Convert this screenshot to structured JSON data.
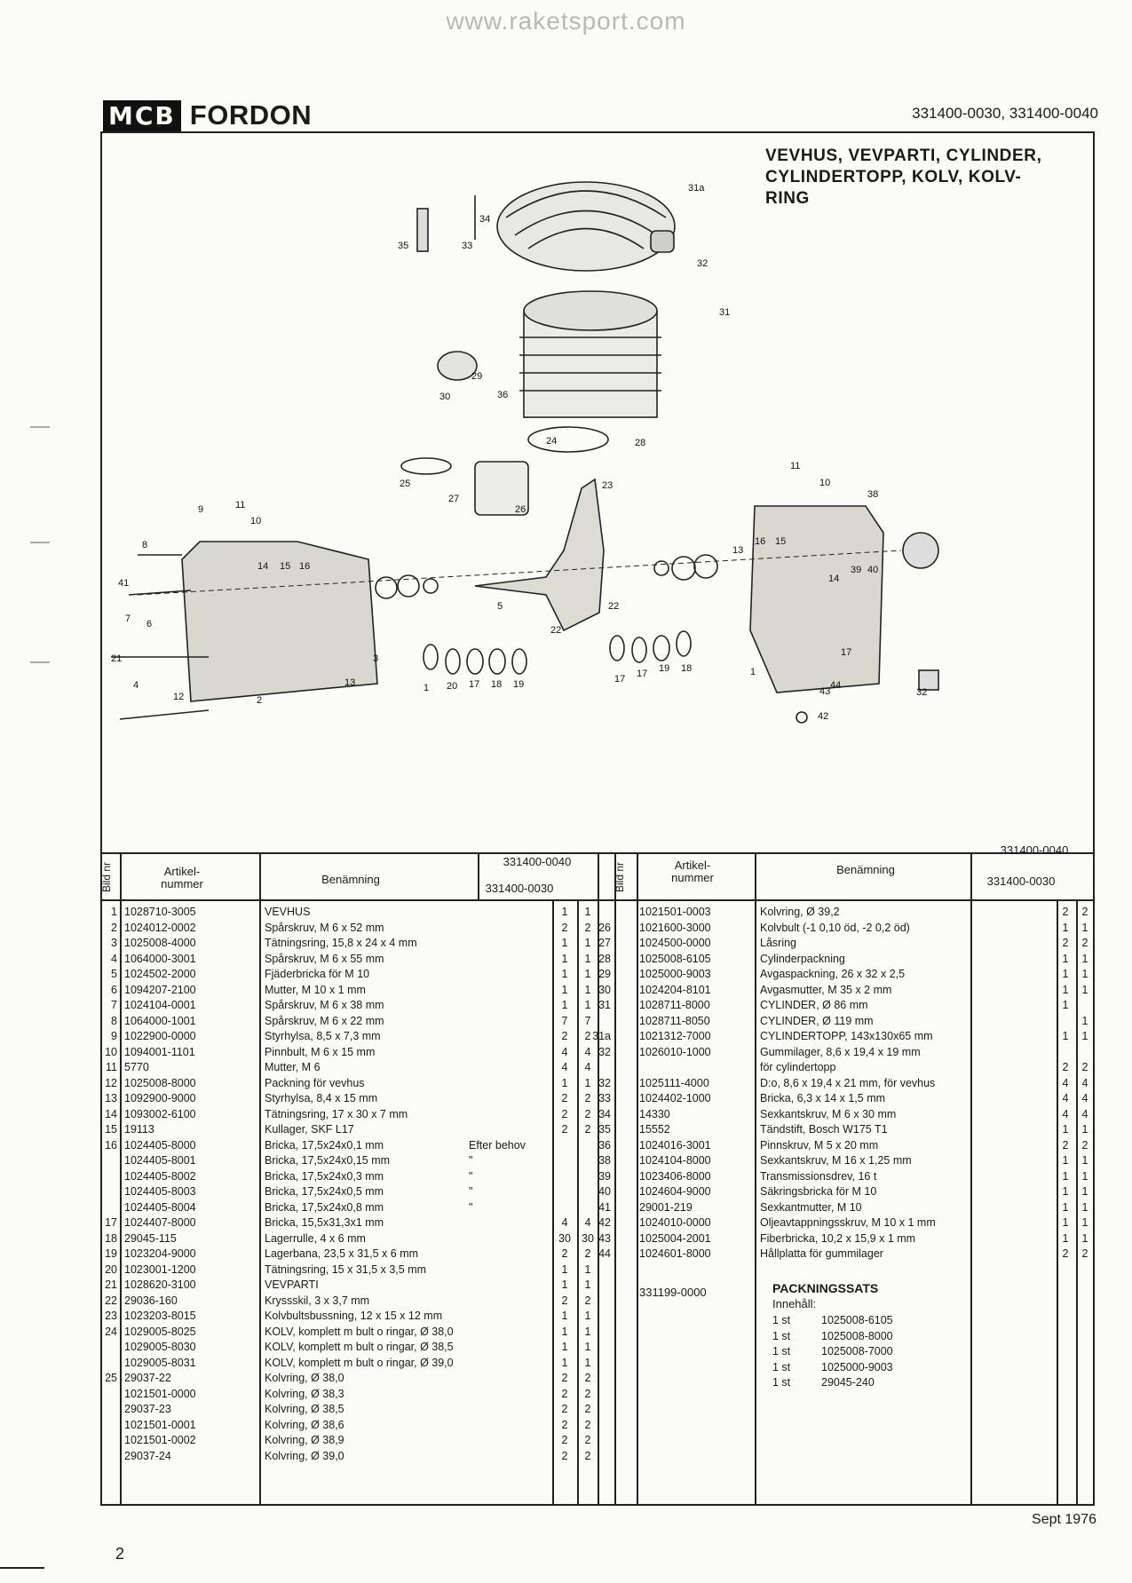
{
  "watermark": "www.raketsport.com",
  "brand": {
    "logo": "MCB",
    "name": "FORDON"
  },
  "doc_codes": "331400-0030, 331400-0040",
  "title_lines": [
    "VEVHUS, VEVPARTI, CYLINDER,",
    "CYLINDERTOPP, KOLV, KOLV-",
    "RING"
  ],
  "diagram_labels": [
    "31a",
    "34",
    "35",
    "33",
    "32",
    "31",
    "29",
    "30",
    "36",
    "24",
    "28",
    "25",
    "27",
    "26",
    "23",
    "11",
    "10",
    "38",
    "9",
    "11",
    "10",
    "8",
    "14",
    "15",
    "16",
    "13",
    "16",
    "15",
    "14",
    "39",
    "40",
    "41",
    "7",
    "6",
    "5",
    "22",
    "22",
    "21",
    "4",
    "3",
    "13",
    "12",
    "2",
    "1",
    "20",
    "17",
    "18",
    "19",
    "17",
    "17",
    "19",
    "18",
    "17",
    "1",
    "44",
    "43",
    "42",
    "32"
  ],
  "table_headers": {
    "bild_nr": "Bild nr",
    "artikel": "Artikel-\nnummer",
    "benamning": "Benämning",
    "col_40": "331400-0040",
    "col_30": "331400-0030"
  },
  "left_rows": [
    {
      "nr": "1",
      "art": "1028710-3005",
      "name": "VEVHUS",
      "c1": "1",
      "c2": "1"
    },
    {
      "nr": "2",
      "art": "1024012-0002",
      "name": "Spårskruv, M 6 x 52 mm",
      "c1": "2",
      "c2": "2"
    },
    {
      "nr": "3",
      "art": "1025008-4000",
      "name": "Tätningsring, 15,8 x 24 x 4 mm",
      "c1": "1",
      "c2": "1"
    },
    {
      "nr": "4",
      "art": "1064000-3001",
      "name": "Spårskruv, M 6 x 55 mm",
      "c1": "1",
      "c2": "1"
    },
    {
      "nr": "5",
      "art": "1024502-2000",
      "name": "Fjäderbricka för M 10",
      "c1": "1",
      "c2": "1"
    },
    {
      "nr": "6",
      "art": "1094207-2100",
      "name": "Mutter, M 10 x 1 mm",
      "c1": "1",
      "c2": "1"
    },
    {
      "nr": "7",
      "art": "1024104-0001",
      "name": "Spårskruv, M 6 x 38 mm",
      "c1": "1",
      "c2": "1"
    },
    {
      "nr": "8",
      "art": "1064000-1001",
      "name": "Spårskruv, M 6 x 22 mm",
      "c1": "7",
      "c2": "7"
    },
    {
      "nr": "9",
      "art": "1022900-0000",
      "name": "Styrhylsa, 8,5 x 7,3 mm",
      "c1": "2",
      "c2": "2"
    },
    {
      "nr": "10",
      "art": "1094001-1101",
      "name": "Pinnbult, M 6 x 15 mm",
      "c1": "4",
      "c2": "4"
    },
    {
      "nr": "11",
      "art": "5770",
      "name": "Mutter, M 6",
      "c1": "4",
      "c2": "4"
    },
    {
      "nr": "12",
      "art": "1025008-8000",
      "name": "Packning för vevhus",
      "c1": "1",
      "c2": "1"
    },
    {
      "nr": "13",
      "art": "1092900-9000",
      "name": "Styrhylsa, 8,4 x 15 mm",
      "c1": "2",
      "c2": "2"
    },
    {
      "nr": "14",
      "art": "1093002-6100",
      "name": "Tätningsring, 17 x 30 x 7 mm",
      "c1": "2",
      "c2": "2"
    },
    {
      "nr": "15",
      "art": "19113",
      "name": "Kullager, SKF L17",
      "c1": "2",
      "c2": "2"
    },
    {
      "nr": "16",
      "art": "1024405-8000",
      "name": "Bricka, 17,5x24x0,1 mm",
      "note": "Efter behov",
      "c1": "",
      "c2": ""
    },
    {
      "nr": "",
      "art": "1024405-8001",
      "name": "Bricka, 17,5x24x0,15 mm",
      "note": "\"",
      "c1": "",
      "c2": ""
    },
    {
      "nr": "",
      "art": "1024405-8002",
      "name": "Bricka, 17,5x24x0,3 mm",
      "note": "\"",
      "c1": "",
      "c2": ""
    },
    {
      "nr": "",
      "art": "1024405-8003",
      "name": "Bricka, 17,5x24x0,5 mm",
      "note": "\"",
      "c1": "",
      "c2": ""
    },
    {
      "nr": "",
      "art": "1024405-8004",
      "name": "Bricka, 17,5x24x0,8 mm",
      "note": "\"",
      "c1": "",
      "c2": ""
    },
    {
      "nr": "17",
      "art": "1024407-8000",
      "name": "Bricka, 15,5x31,3x1 mm",
      "c1": "4",
      "c2": "4"
    },
    {
      "nr": "18",
      "art": "29045-115",
      "name": "Lagerrulle, 4 x 6 mm",
      "c1": "30",
      "c2": "30"
    },
    {
      "nr": "19",
      "art": "1023204-9000",
      "name": "Lagerbana, 23,5 x 31,5 x 6 mm",
      "c1": "2",
      "c2": "2"
    },
    {
      "nr": "20",
      "art": "1023001-1200",
      "name": "Tätningsring, 15 x 31,5 x 3,5 mm",
      "c1": "1",
      "c2": "1"
    },
    {
      "nr": "21",
      "art": "1028620-3100",
      "name": "VEVPARTI",
      "c1": "1",
      "c2": "1"
    },
    {
      "nr": "22",
      "art": "29036-160",
      "name": "Kryssskil, 3 x 3,7 mm",
      "c1": "2",
      "c2": "2"
    },
    {
      "nr": "23",
      "art": "1023203-8015",
      "name": "Kolvbultsbussning, 12 x 15 x 12 mm",
      "c1": "1",
      "c2": "1"
    },
    {
      "nr": "24",
      "art": "1029005-8025",
      "name": "KOLV, komplett m bult o ringar, Ø 38,0",
      "c1": "1",
      "c2": "1"
    },
    {
      "nr": "",
      "art": "1029005-8030",
      "name": "KOLV, komplett m bult o ringar, Ø 38,5",
      "c1": "1",
      "c2": "1"
    },
    {
      "nr": "",
      "art": "1029005-8031",
      "name": "KOLV, komplett m bult o ringar, Ø 39,0",
      "c1": "1",
      "c2": "1"
    },
    {
      "nr": "25",
      "art": "29037-22",
      "name": "Kolvring, Ø 38,0",
      "c1": "2",
      "c2": "2"
    },
    {
      "nr": "",
      "art": "1021501-0000",
      "name": "Kolvring, Ø 38,3",
      "c1": "2",
      "c2": "2"
    },
    {
      "nr": "",
      "art": "29037-23",
      "name": "Kolvring, Ø 38,5",
      "c1": "2",
      "c2": "2"
    },
    {
      "nr": "",
      "art": "1021501-0001",
      "name": "Kolvring, Ø 38,6",
      "c1": "2",
      "c2": "2"
    },
    {
      "nr": "",
      "art": "1021501-0002",
      "name": "Kolvring, Ø 38,9",
      "c1": "2",
      "c2": "2"
    },
    {
      "nr": "",
      "art": "29037-24",
      "name": "Kolvring, Ø 39,0",
      "c1": "2",
      "c2": "2"
    }
  ],
  "right_rows": [
    {
      "nr": "",
      "art": "1021501-0003",
      "name": "Kolvring, Ø 39,2",
      "c1": "2",
      "c2": "2"
    },
    {
      "nr": "26",
      "art": "1021600-3000",
      "name": "Kolvbult (-1 0,10 öd, -2 0,2 öd)",
      "c1": "1",
      "c2": "1"
    },
    {
      "nr": "27",
      "art": "1024500-0000",
      "name": "Låsring",
      "c1": "2",
      "c2": "2"
    },
    {
      "nr": "28",
      "art": "1025008-6105",
      "name": "Cylinderpackning",
      "c1": "1",
      "c2": "1"
    },
    {
      "nr": "29",
      "art": "1025000-9003",
      "name": "Avgaspackning, 26 x 32 x 2,5",
      "c1": "1",
      "c2": "1"
    },
    {
      "nr": "30",
      "art": "1024204-8101",
      "name": "Avgasmutter, M 35 x 2 mm",
      "c1": "1",
      "c2": "1"
    },
    {
      "nr": "31",
      "art": "1028711-8000",
      "name": "CYLINDER, Ø 86 mm",
      "c1": "1",
      "c2": ""
    },
    {
      "nr": "",
      "art": "1028711-8050",
      "name": "CYLINDER, Ø 119 mm",
      "c1": "",
      "c2": "1"
    },
    {
      "nr": "31a",
      "art": "1021312-7000",
      "name": "CYLINDERTOPP, 143x130x65 mm",
      "c1": "1",
      "c2": "1"
    },
    {
      "nr": "32",
      "art": "1026010-1000",
      "name": "Gummilager, 8,6 x 19,4 x 19 mm",
      "c1": "",
      "c2": ""
    },
    {
      "nr": "",
      "art": "",
      "name": "för cylindertopp",
      "c1": "2",
      "c2": "2"
    },
    {
      "nr": "32",
      "art": "1025111-4000",
      "name": "D:o, 8,6 x 19,4 x 21 mm, för vevhus",
      "c1": "4",
      "c2": "4"
    },
    {
      "nr": "33",
      "art": "1024402-1000",
      "name": "Bricka, 6,3 x 14 x 1,5 mm",
      "c1": "4",
      "c2": "4"
    },
    {
      "nr": "34",
      "art": "14330",
      "name": "Sexkantskruv, M 6 x 30 mm",
      "c1": "4",
      "c2": "4"
    },
    {
      "nr": "35",
      "art": "15552",
      "name": "Tändstift, Bosch W175 T1",
      "c1": "1",
      "c2": "1"
    },
    {
      "nr": "36",
      "art": "1024016-3001",
      "name": "Pinnskruv, M 5 x 20 mm",
      "c1": "2",
      "c2": "2"
    },
    {
      "nr": "38",
      "art": "1024104-8000",
      "name": "Sexkantskruv, M 16 x 1,25 mm",
      "c1": "1",
      "c2": "1"
    },
    {
      "nr": "39",
      "art": "1023406-8000",
      "name": "Transmissionsdrev, 16 t",
      "c1": "1",
      "c2": "1"
    },
    {
      "nr": "40",
      "art": "1024604-9000",
      "name": "Säkringsbricka för M 10",
      "c1": "1",
      "c2": "1"
    },
    {
      "nr": "41",
      "art": "29001-219",
      "name": "Sexkantmutter, M 10",
      "c1": "1",
      "c2": "1"
    },
    {
      "nr": "42",
      "art": "1024010-0000",
      "name": "Oljeavtappningsskruv, M 10 x 1 mm",
      "c1": "1",
      "c2": "1"
    },
    {
      "nr": "43",
      "art": "1025004-2001",
      "name": "Fiberbricka, 10,2 x 15,9 x 1 mm",
      "c1": "1",
      "c2": "1"
    },
    {
      "nr": "44",
      "art": "1024601-8000",
      "name": "Hållplatta för gummilager",
      "c1": "2",
      "c2": "2"
    }
  ],
  "kit": {
    "art": "331199-0000",
    "title": "PACKNINGSSATS",
    "subtitle": "Innehåll:",
    "items": [
      {
        "qty": "1 st",
        "art": "1025008-6105"
      },
      {
        "qty": "1 st",
        "art": "1025008-8000"
      },
      {
        "qty": "1 st",
        "art": "1025008-7000"
      },
      {
        "qty": "1 st",
        "art": "1025000-9003"
      },
      {
        "qty": "1 st",
        "art": "29045-240"
      }
    ]
  },
  "footer_date": "Sept 1976",
  "page_number": "2"
}
